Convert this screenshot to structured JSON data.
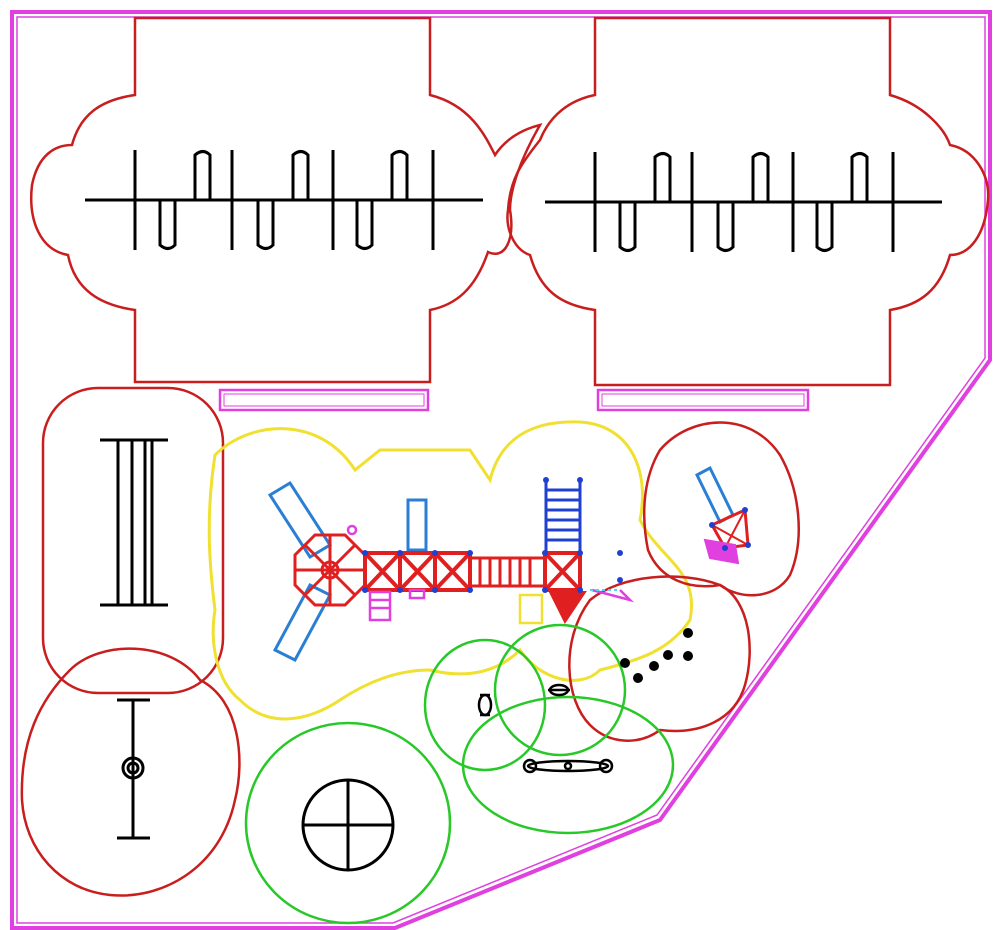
{
  "colors": {
    "background": "#ffffff",
    "boundary": "#e040e0",
    "safety_zone_red": "#c81e1e",
    "safety_zone_yellow": "#f0e030",
    "safety_zone_green": "#28c828",
    "equipment_black": "#000000",
    "slide_blue": "#2a7fd4",
    "ladder_blue": "#2040d0",
    "deck_red": "#e02020",
    "accent_magenta": "#e040e0"
  },
  "equipment": [
    {
      "id": "swing-set-left",
      "icon": "swing-set-icon"
    },
    {
      "id": "swing-set-right",
      "icon": "swing-set-icon"
    },
    {
      "id": "overhead-ladder",
      "icon": "ladder-icon"
    },
    {
      "id": "seesaw",
      "icon": "seesaw-icon"
    },
    {
      "id": "merry-go-round",
      "icon": "merry-go-round-icon"
    },
    {
      "id": "play-structure",
      "icon": "play-structure-icon"
    },
    {
      "id": "small-slide-unit",
      "icon": "slide-icon"
    },
    {
      "id": "stepping-stones",
      "icon": "stepping-stones-icon"
    },
    {
      "id": "spring-riders",
      "icon": "spring-rider-icon"
    }
  ]
}
